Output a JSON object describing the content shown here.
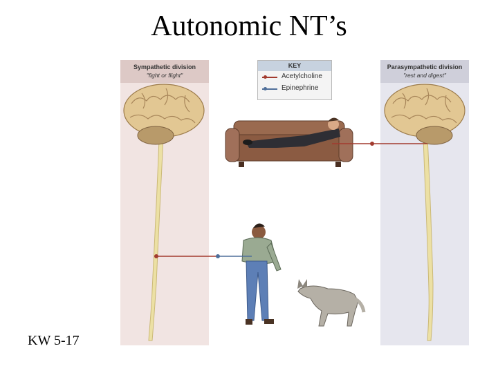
{
  "slide": {
    "title": "Autonomic NT’s",
    "footer": "KW 5-17"
  },
  "sympathetic": {
    "title": "Sympathetic division",
    "subtitle": "\"fight or flight\""
  },
  "parasympathetic": {
    "title": "Parasympathetic division",
    "subtitle": "\"rest and digest\""
  },
  "key": {
    "title": "KEY",
    "items": [
      {
        "label": "Acetylcholine",
        "color": "#a23a2e"
      },
      {
        "label": "Epinephrine",
        "color": "#4f6f9a"
      }
    ]
  },
  "colors": {
    "acetylcholine": "#a23a2e",
    "epinephrine": "#4f6f9a",
    "spinal_cord": "#ece0a4",
    "brain": "#e2c793",
    "sympathetic_bg": "#f1e4e2",
    "parasympathetic_bg": "#e6e6ee"
  }
}
